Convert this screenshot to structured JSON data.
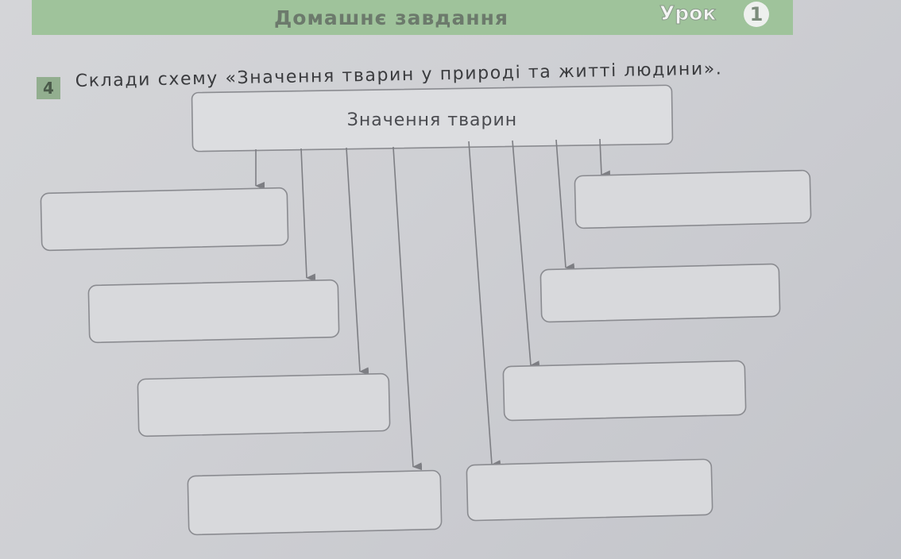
{
  "header": {
    "title": "Домашнє завдання",
    "lesson_label": "Урок",
    "lesson_number": "1"
  },
  "task": {
    "number": "4",
    "text": "Склади схему «Значення тварин у природі та житті людини»."
  },
  "scheme": {
    "root_label": "Значення тварин",
    "empty_boxes_count": 8,
    "colors": {
      "box_stroke": "#8a8b90",
      "box_fill": "#d9dadd",
      "arrow": "#7d7e83"
    }
  }
}
